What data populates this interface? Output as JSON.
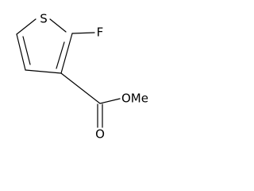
{
  "structure": {
    "atoms": {
      "sulfur": "S",
      "fluorine": "F",
      "carbonyl_oxygen": "O",
      "methoxy": "OMe"
    },
    "bond_color": "#000000",
    "background": "#ffffff"
  }
}
